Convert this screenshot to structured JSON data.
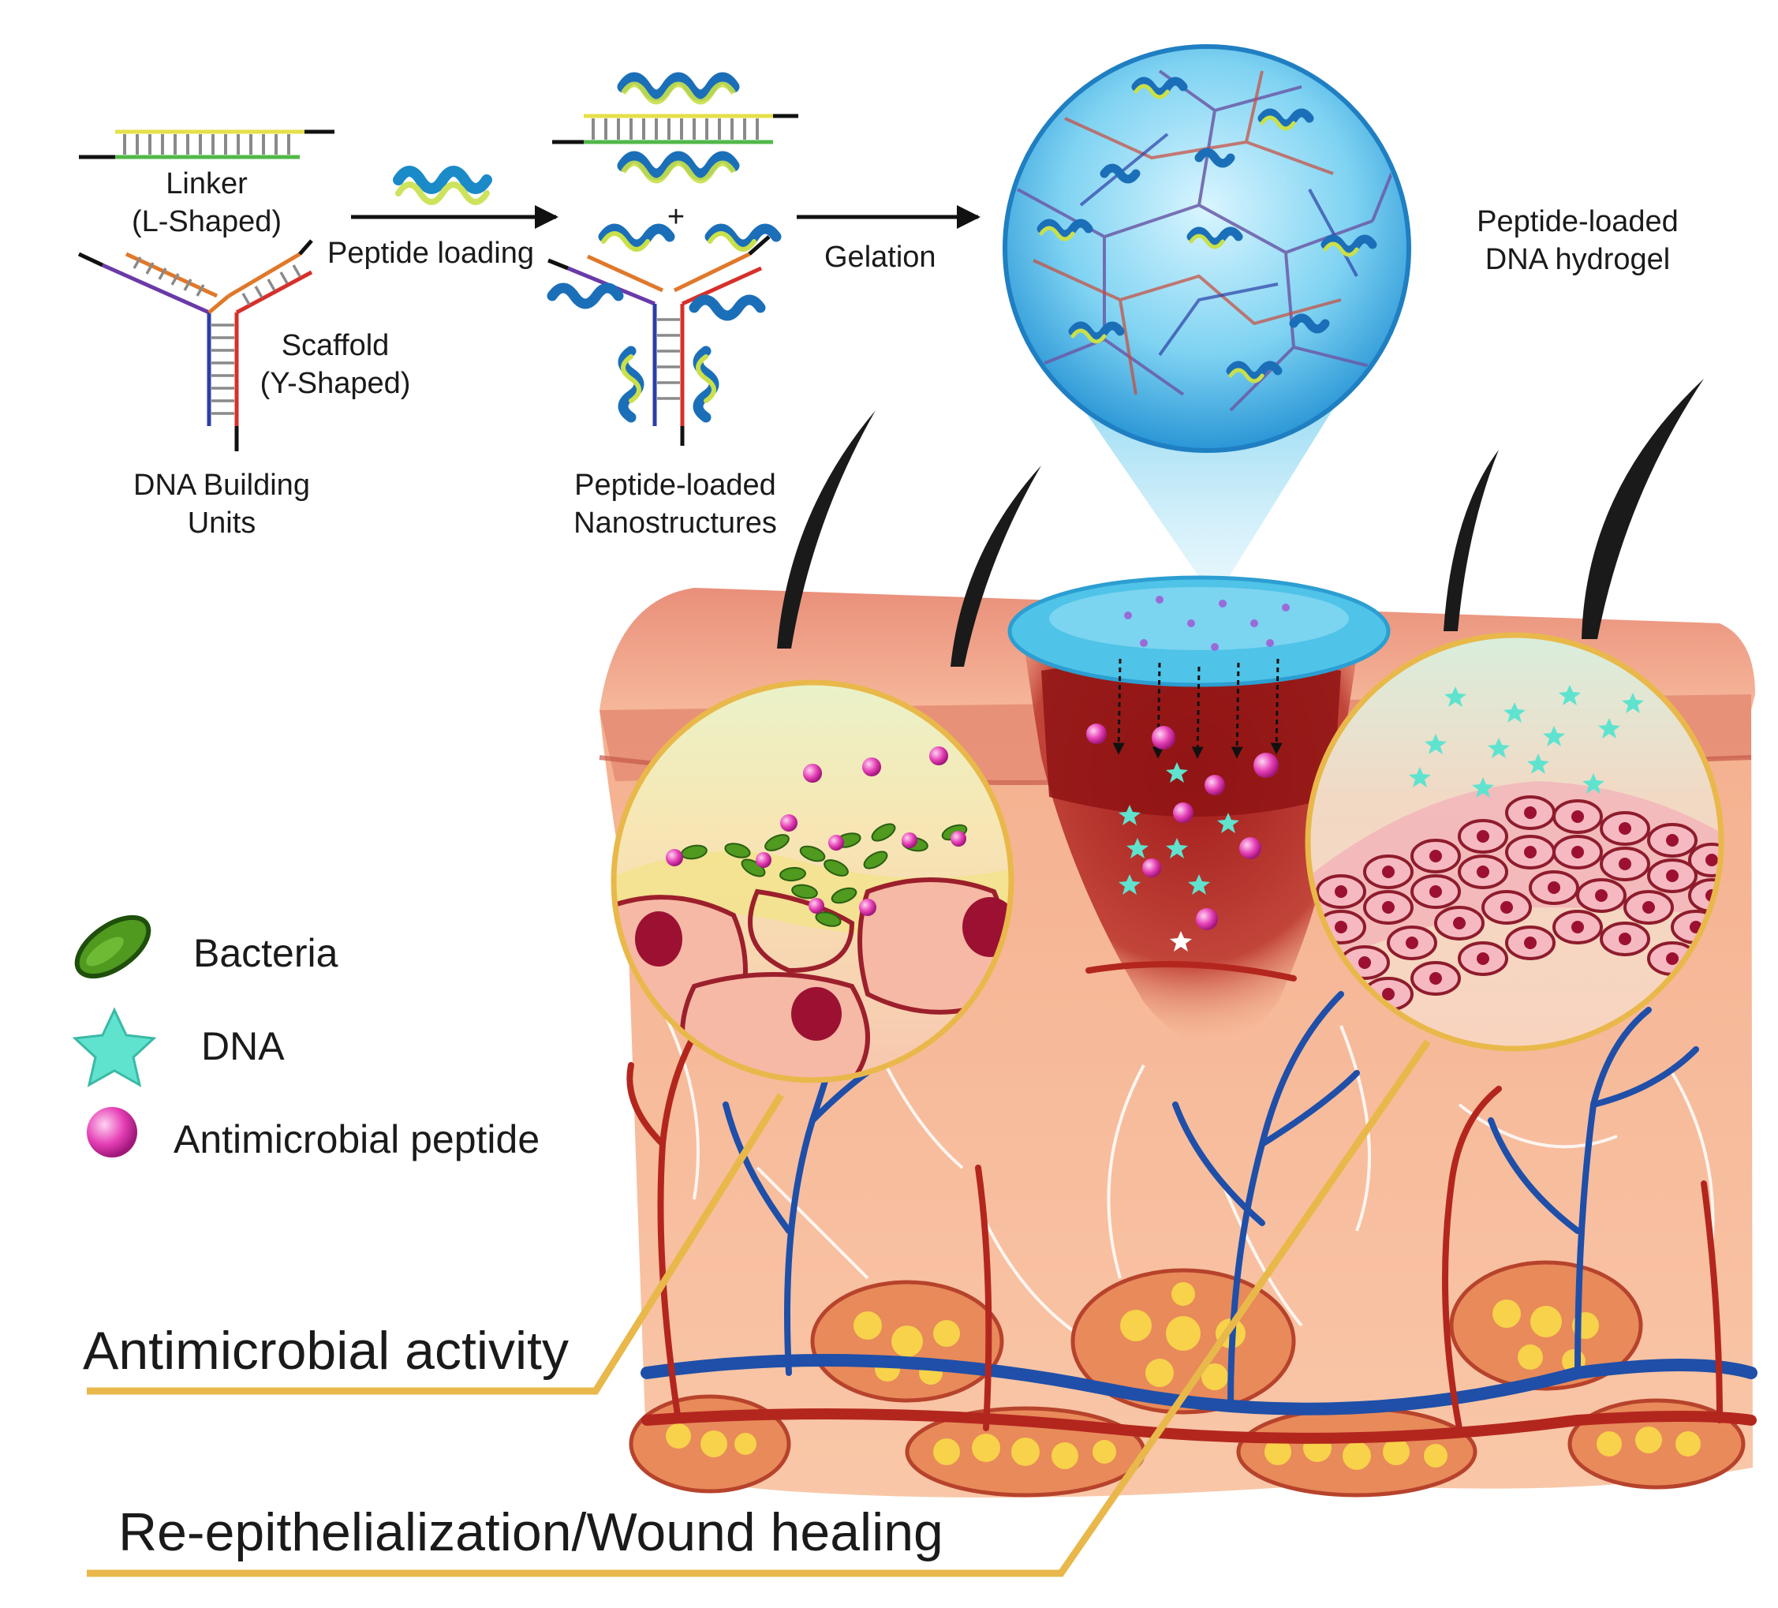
{
  "labels": {
    "linker_line1": "Linker",
    "linker_line2": "(L-Shaped)",
    "scaffold_line1": "Scaffold",
    "scaffold_line2": "(Y-Shaped)",
    "building_units_line1": "DNA Building",
    "building_units_line2": "Units",
    "peptide_loading": "Peptide loading",
    "plus": "+",
    "nanostructures_line1": "Peptide-loaded",
    "nanostructures_line2": "Nanostructures",
    "gelation": "Gelation",
    "hydrogel_line1": "Peptide-loaded",
    "hydrogel_line2": "DNA hydrogel"
  },
  "legend": [
    {
      "icon": "bacteria-icon",
      "label": "Bacteria"
    },
    {
      "icon": "dna-star-icon",
      "label": "DNA"
    },
    {
      "icon": "antimicrobial-peptide-icon",
      "label": "Antimicrobial peptide"
    }
  ],
  "callouts": {
    "antimicrobial": "Antimicrobial activity",
    "wound_healing": "Re-epithelialization/Wound healing"
  },
  "colors": {
    "skin": "#f2a98a",
    "wound": "#9e1b1b",
    "hydrogel": "#4fc3e8",
    "peptide": "#e53fb5",
    "dna_star": "#5fe3cf",
    "bacteria": "#4f9a1f",
    "vein": "#1f4fa8",
    "artery": "#b3261e",
    "callout_line": "#e9b84a"
  }
}
